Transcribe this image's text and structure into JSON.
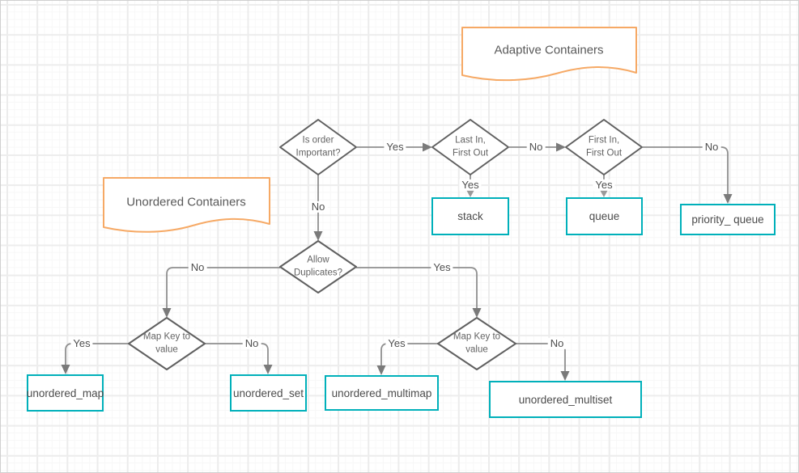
{
  "colors": {
    "note_border_orange": "#f6a965",
    "terminal_border_teal": "#00b0ba",
    "decision_border_gray": "#606060",
    "connector_gray": "#8f8f8f",
    "text_gray": "#595959",
    "grid_major": "#ececec",
    "grid_minor": "#f7f7f7"
  },
  "notes": {
    "adaptive_containers": "Adaptive Containers",
    "unordered_containers": "Unordered Containers"
  },
  "decisions": {
    "is_order_important": "Is order\nImportant?",
    "last_in_first_out": "Last In,\nFirst Out",
    "first_in_first_out": "First In,\nFirst Out",
    "allow_duplicates": "Allow\nDuplicates?",
    "map_key_to_value_left": "Map Key to\nvalue",
    "map_key_to_value_right": "Map Key to\nvalue"
  },
  "terminals": {
    "stack": "stack",
    "queue": "queue",
    "priority_queue": "priority_ queue",
    "unordered_map": "unordered_map",
    "unordered_set": "unordered_set",
    "unordered_multimap": "unordered_multimap",
    "unordered_multiset": "unordered_multiset"
  },
  "edge_labels": {
    "order_to_lifo": "Yes",
    "lifo_to_fifo": "No",
    "fifo_to_priority_queue": "No",
    "lifo_to_stack": "Yes",
    "fifo_to_queue": "Yes",
    "order_to_allow_duplicates": "No",
    "allow_to_map_left": "No",
    "allow_to_map_right": "Yes",
    "map_left_to_unordered_map": "Yes",
    "map_left_to_unordered_set": "No",
    "map_right_to_unordered_multimap": "Yes",
    "map_right_to_unordered_multiset": "No"
  }
}
